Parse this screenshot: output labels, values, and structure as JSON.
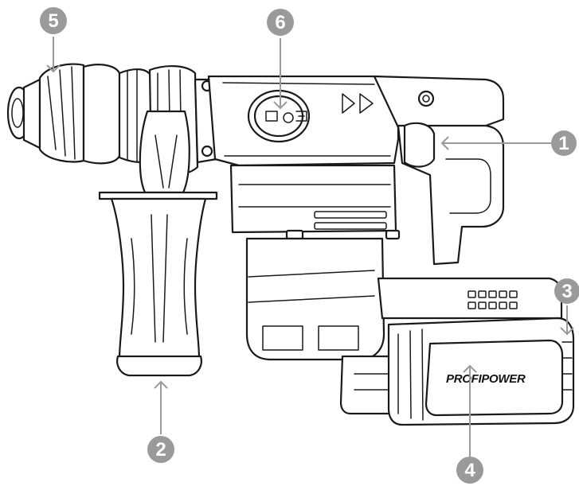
{
  "brand_label": "PROFIPOWER",
  "callouts": [
    {
      "number": "1"
    },
    {
      "number": "2"
    },
    {
      "number": "3"
    },
    {
      "number": "4"
    },
    {
      "number": "5"
    },
    {
      "number": "6"
    }
  ],
  "colors": {
    "line": "#1a1a1a",
    "callout": "#9a9a9a",
    "background": "#ffffff"
  }
}
